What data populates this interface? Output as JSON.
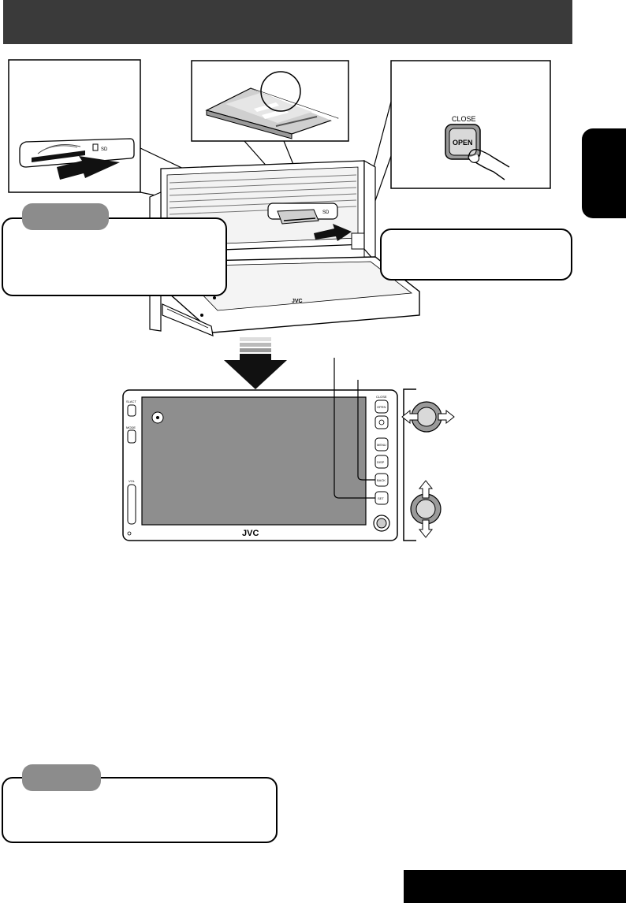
{
  "card_panel": {
    "sd_label": "SD"
  },
  "open_panel": {
    "close_label": "CLOSE",
    "open_label": "OPEN"
  },
  "unit": {
    "slot_label": "SD",
    "brand": "JVC"
  },
  "monitor": {
    "brand": "JVC",
    "left_buttons": [
      "SLACT",
      "MODE",
      "VOL"
    ],
    "right_buttons": [
      "OPEN",
      "MENU",
      "DISP",
      "BACK",
      "SET"
    ],
    "right_top_label": "CLOSE"
  },
  "colors": {
    "header": "#3a3a3a",
    "tag": "#8c8c8c",
    "screen": "#8e8e8e",
    "side_tab": "#000000"
  }
}
